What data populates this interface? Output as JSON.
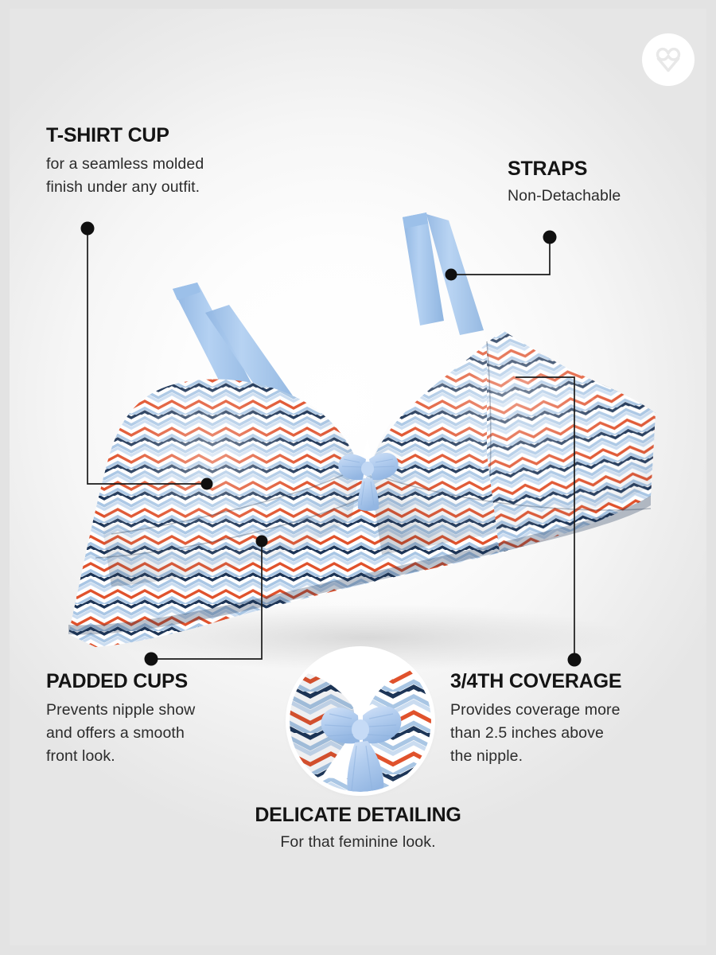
{
  "brand": {
    "logo_icon": "infinity-heart-logo-icon"
  },
  "callouts": {
    "tshirt_cup": {
      "title": "T-SHIRT CUP",
      "body_line_1": "for a seamless molded",
      "body_line_2": "finish under any outfit."
    },
    "straps": {
      "title": "STRAPS",
      "subtitle": "Non-Detachable"
    },
    "padded_cups": {
      "title": "PADDED CUPS",
      "body_line_1": "Prevents nipple show",
      "body_line_2": "and offers a smooth",
      "body_line_3": "front look."
    },
    "coverage": {
      "title": "3/4TH COVERAGE",
      "body_line_1": "Provides coverage more",
      "body_line_2": "than 2.5 inches above",
      "body_line_3": "the nipple."
    },
    "delicate_detailing": {
      "title": "DELICATE DETAILING",
      "subtitle": "For that feminine look."
    }
  },
  "product": {
    "name": "chevron-print-padded-bra",
    "detail_inset_name": "bow-detail-closeup"
  },
  "colors": {
    "navy": "#1d3557",
    "orange": "#e0522c",
    "light_blue": "#a9c6e4",
    "pale_blue": "#cadcf0",
    "white": "#ffffff",
    "strap_blue": "#a8c8ec",
    "bow_blue": "#b7d0ef",
    "text_dark": "#141414",
    "text_body": "#2b2b2b",
    "connector": "#1a1a1a",
    "background": "#f4f4f4",
    "frame": "#e3e3e3"
  }
}
